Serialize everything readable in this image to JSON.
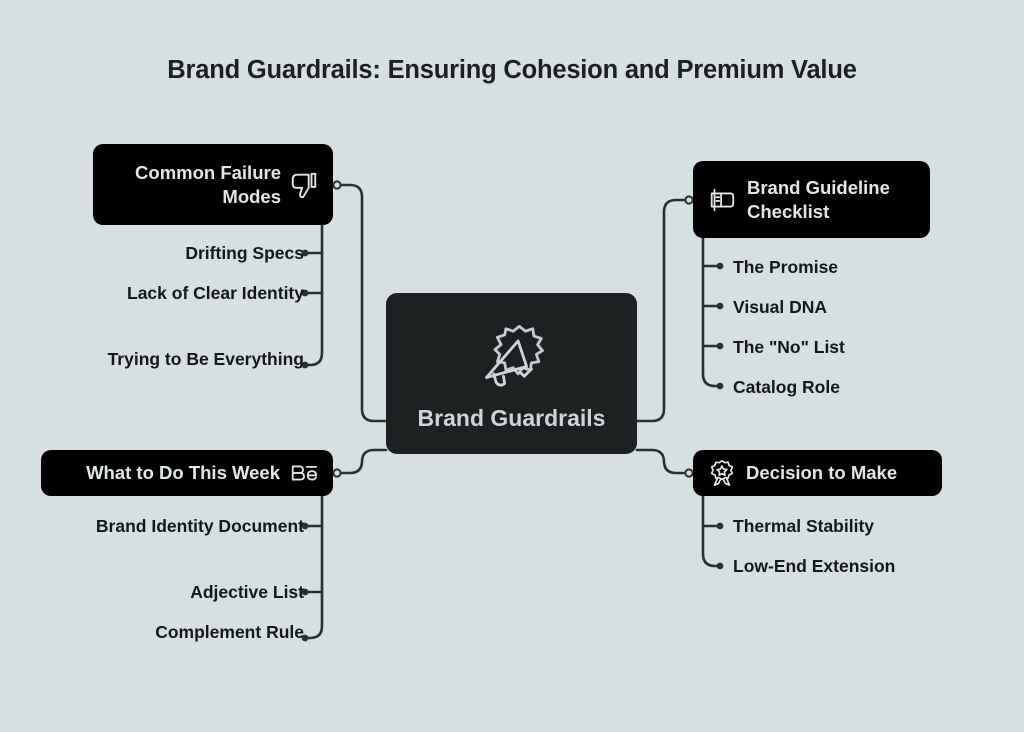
{
  "title": "Brand Guardrails: Ensuring Cohesion and Premium Value",
  "colors": {
    "background": "#d6dfe1",
    "central_node": "#1e2121",
    "branch_node": "#000000",
    "central_text": "#ccd6d8",
    "branch_text": "#dfe7e8",
    "leaf_text": "#14181a",
    "connector": "#2a2f30"
  },
  "central": {
    "label": "Brand Guardrails",
    "icon": "megaphone-icon"
  },
  "branches": [
    {
      "id": "failure",
      "label": "Common Failure Modes",
      "icon": "thumbs-down-icon",
      "side": "left",
      "items": [
        "Drifting Specs",
        "Lack of Clear Identity",
        "Trying to Be Everything"
      ]
    },
    {
      "id": "week",
      "label": "What to Do This Week",
      "icon": "behance-icon",
      "side": "left",
      "items": [
        "Brand Identity Document",
        "Adjective List",
        "Complement Rule"
      ]
    },
    {
      "id": "checklist",
      "label": "Brand Guideline Checklist",
      "icon": "book-card-icon",
      "side": "right",
      "items": [
        "The Promise",
        "Visual DNA",
        "The \"No\" List",
        "Catalog Role"
      ]
    },
    {
      "id": "decision",
      "label": "Decision to Make",
      "icon": "award-ribbon-icon",
      "side": "right",
      "items": [
        "Thermal Stability",
        "Low-End Extension"
      ]
    }
  ]
}
